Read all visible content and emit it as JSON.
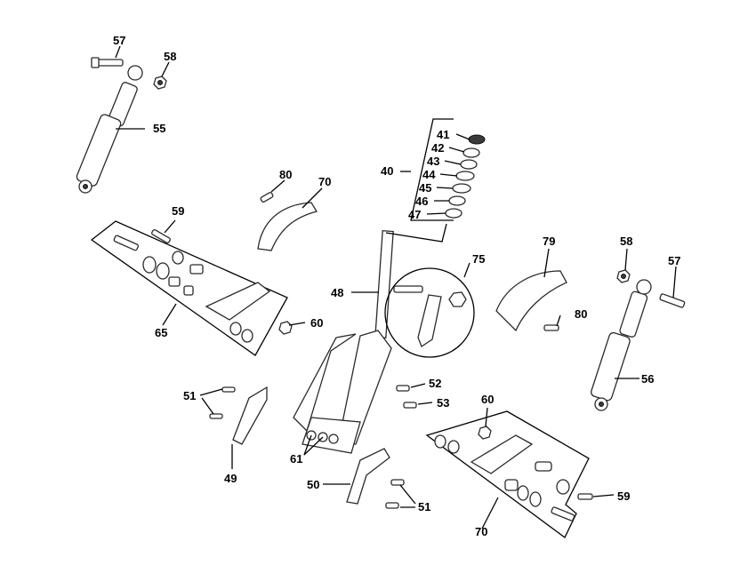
{
  "callouts": {
    "c40": "40",
    "c41": "41",
    "c42": "42",
    "c43": "43",
    "c44": "44",
    "c45": "45",
    "c46": "46",
    "c47": "47",
    "c48": "48",
    "c49": "49",
    "c50": "50",
    "c51a": "51",
    "c51b": "51",
    "c52": "52",
    "c53": "53",
    "c55": "55",
    "c56": "56",
    "c57a": "57",
    "c57b": "57",
    "c58a": "58",
    "c58b": "58",
    "c59a": "59",
    "c59b": "59",
    "c60a": "60",
    "c60b": "60",
    "c61": "61",
    "c65": "65",
    "c70a": "70",
    "c70b": "70",
    "c75": "75",
    "c79": "79",
    "c80a": "80",
    "c80b": "80"
  }
}
